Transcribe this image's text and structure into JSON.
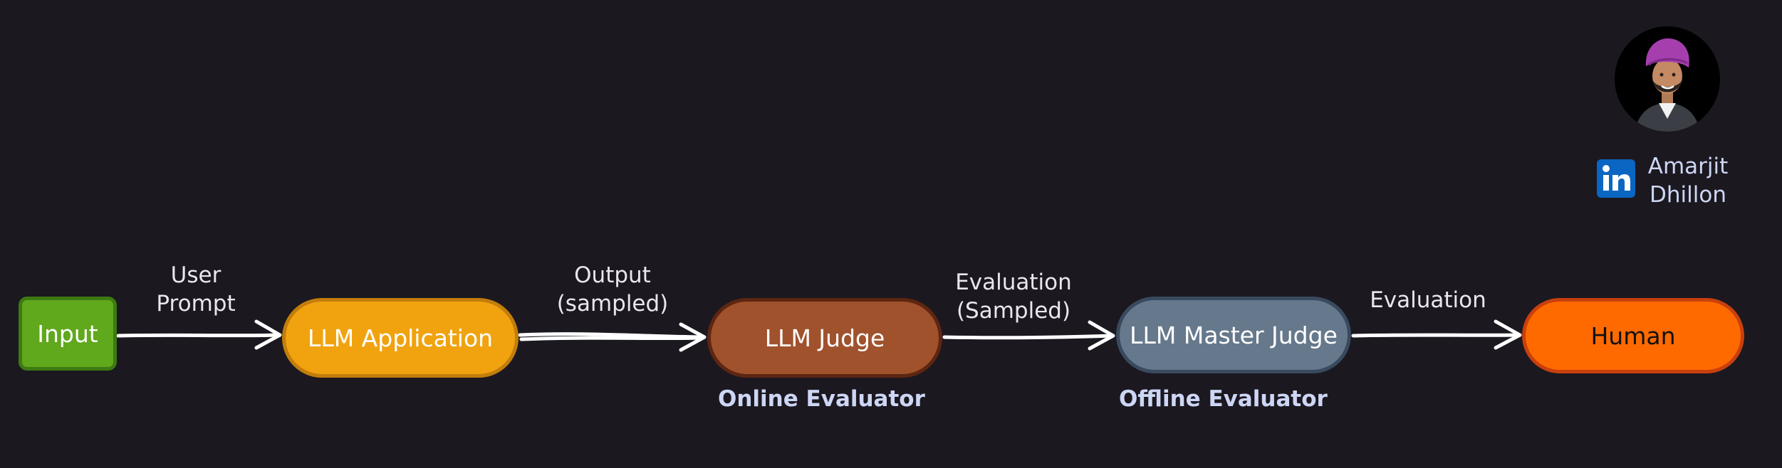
{
  "nodes": {
    "input": "Input",
    "llm_application": "LLM Application",
    "llm_judge": "LLM Judge",
    "llm_master_judge": "LLM Master Judge",
    "human": "Human"
  },
  "edge_labels": {
    "input_to_app": "User\nPrompt",
    "app_to_judge": "Output\n(sampled)",
    "judge_to_master": "Evaluation\n(Sampled)",
    "master_to_human": "Evaluation"
  },
  "sub_labels": {
    "online": "Online Evaluator",
    "offline": "Offline Evaluator"
  },
  "author": {
    "first_name": "Amarjit",
    "last_name": "Dhillon",
    "linkedin_glyph": "in"
  },
  "colors": {
    "background": "#1b1820",
    "input": "#60a81c",
    "llm_application": "#f0a30f",
    "llm_judge": "#a0522d",
    "llm_master_judge": "#66788b",
    "human": "#ff6a00",
    "linkedin": "#0a66c2",
    "arrow": "#ffffff"
  }
}
